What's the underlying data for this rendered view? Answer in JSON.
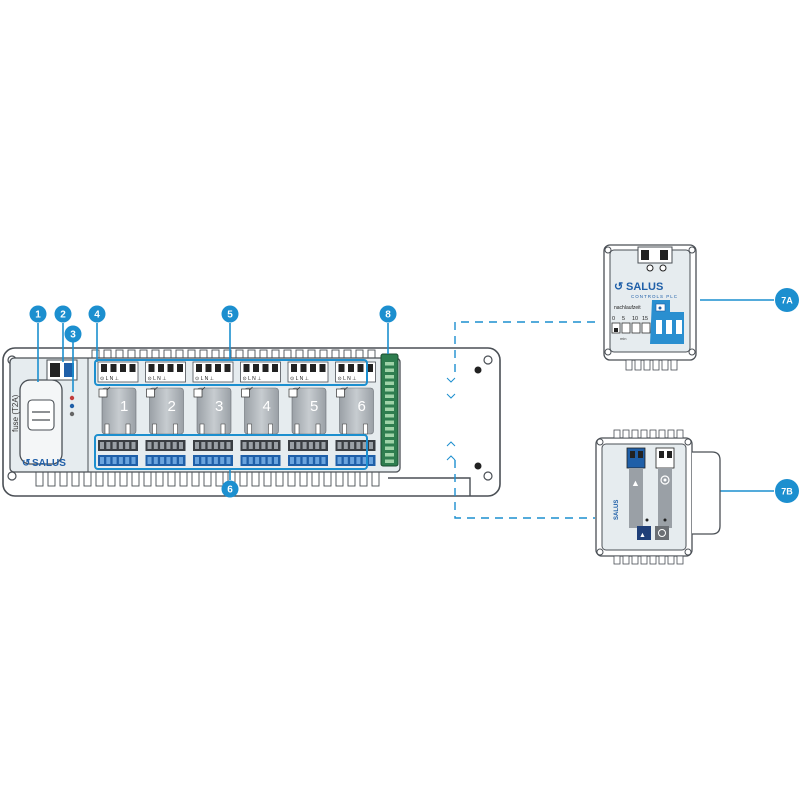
{
  "callouts": [
    {
      "id": "c1",
      "label": "1"
    },
    {
      "id": "c2",
      "label": "2"
    },
    {
      "id": "c3",
      "label": "3"
    },
    {
      "id": "c4",
      "label": "4"
    },
    {
      "id": "c5",
      "label": "5"
    },
    {
      "id": "c6",
      "label": "6"
    },
    {
      "id": "c8",
      "label": "8"
    },
    {
      "id": "c7a",
      "label": "7A"
    },
    {
      "id": "c7b",
      "label": "7B"
    }
  ],
  "fuse_label": "fuse (T2A)",
  "brand": "SALUS",
  "brand_sub": "CONTROLS PLC",
  "zone_numbers": [
    "1",
    "2",
    "3",
    "4",
    "5",
    "6"
  ],
  "terminal_text": "⊙ L N ⊥",
  "module_7a": {
    "title": "nachlaufzeit",
    "scale": [
      "0",
      "5",
      "10",
      "15"
    ],
    "unit": "min"
  },
  "colors": {
    "accent": "#1c8fcf",
    "housing": "#e8edf0",
    "outline": "#4a4f55",
    "terminal_blue": "#1f5fa8",
    "pcb_green": "#2e7d4f"
  }
}
